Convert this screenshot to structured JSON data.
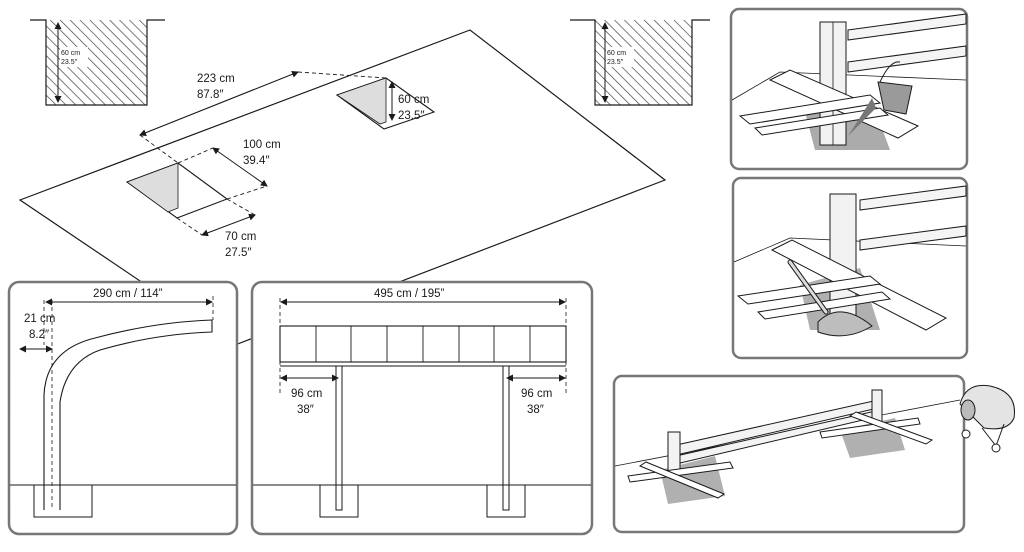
{
  "pit_depth": {
    "cm": "60 cm",
    "inch": "23.5″"
  },
  "plan": {
    "span_cm": "223 cm",
    "span_in": "87.8″",
    "hole_depth_cm": "60 cm",
    "hole_depth_in": "23.5″",
    "hole_length_cm": "100 cm",
    "hole_length_in": "39.4″",
    "hole_width_cm": "70 cm",
    "hole_width_in": "27.5″"
  },
  "side": {
    "length": "290 cm / 114”",
    "offset_cm": "21 cm",
    "offset_in": "8.2″"
  },
  "front": {
    "width": "495 cm / 195”",
    "left_cm": "96 cm",
    "left_in": "38″",
    "right_cm": "96 cm",
    "right_in": "38″"
  },
  "colors": {
    "line": "#1a1a1a",
    "frame": "#777777",
    "hatch": "#444444",
    "shade": "#8f8f8f"
  }
}
